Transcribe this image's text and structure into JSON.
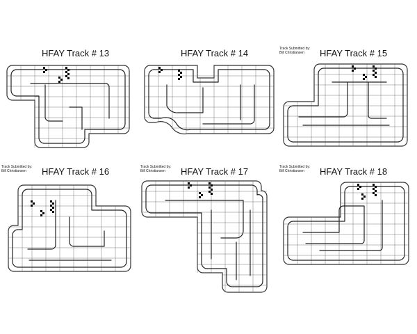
{
  "panels": [
    {
      "title": "HFAY Track # 13",
      "credit": null
    },
    {
      "title": "HFAY Track # 14",
      "credit": null
    },
    {
      "title": "HFAY Track # 15",
      "credit": [
        "Track Submitted by:",
        "Bill Christiansen"
      ]
    },
    {
      "title": "HFAY Track # 16",
      "credit": [
        "Track Submitted by:",
        "Bill Christiansen"
      ]
    },
    {
      "title": "HFAY Track # 17",
      "credit": [
        "Track Submitted by:",
        "Bill Christiansen"
      ]
    },
    {
      "title": "HFAY Track # 18",
      "credit": [
        "Track Submitted by:",
        "Bill Christiansen"
      ]
    }
  ],
  "colors": {
    "line": "#222222",
    "background": "#ffffff",
    "flag": "#000000"
  },
  "icons": [
    "checkered-flag-icon"
  ]
}
